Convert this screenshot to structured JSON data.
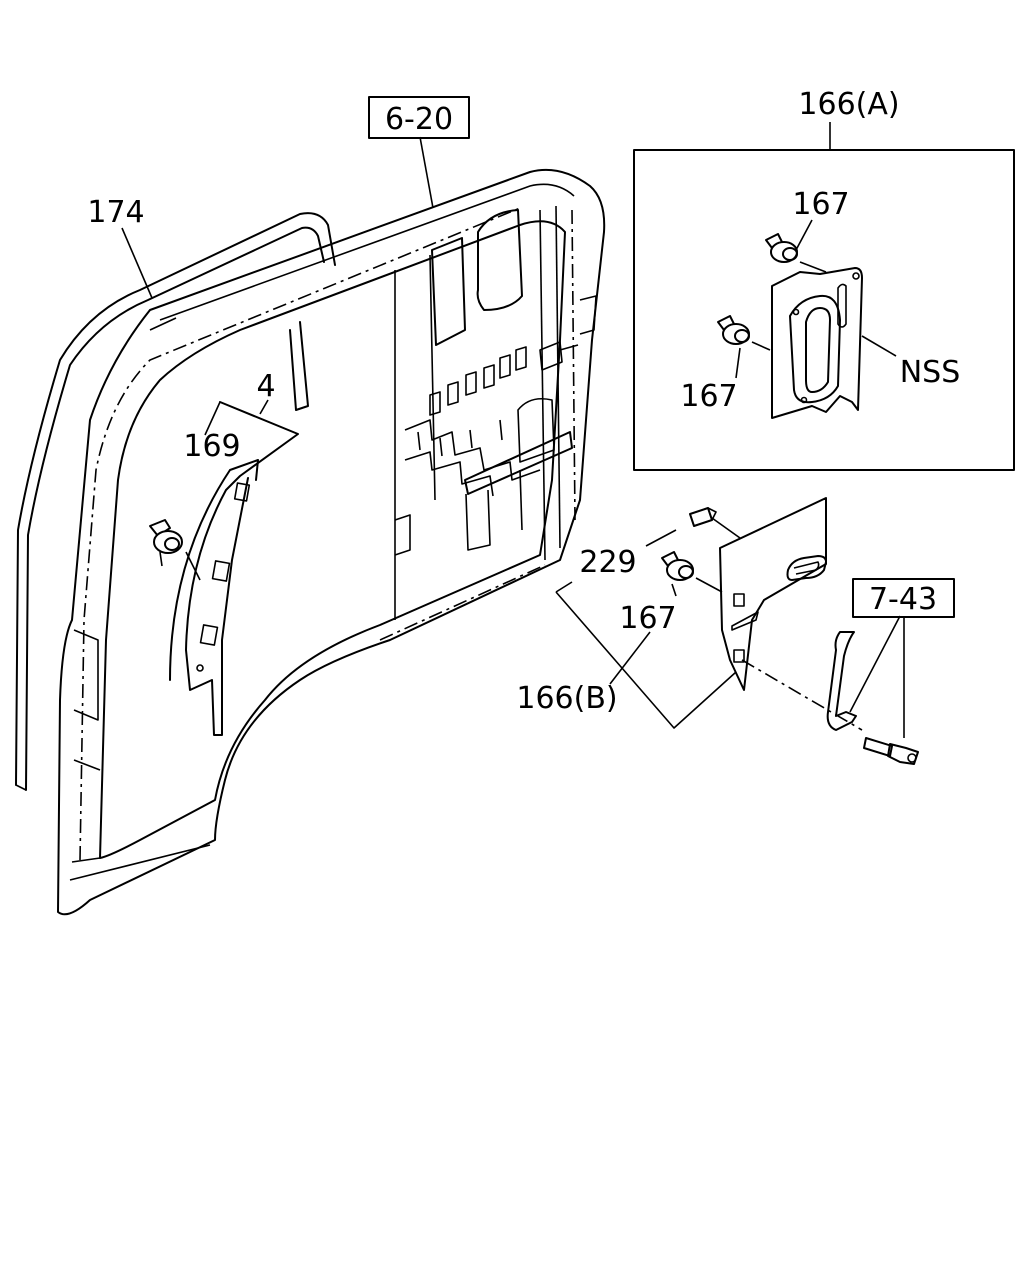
{
  "labels": {
    "ref_6_20": "6-20",
    "part_174": "174",
    "part_4": "4",
    "part_169": "169",
    "part_166a": "166(A)",
    "part_167_a_top": "167",
    "part_167_a_bottom": "167",
    "nss": "NSS",
    "part_229": "229",
    "part_167_b": "167",
    "part_166b": "166(B)",
    "ref_7_43": "7-43"
  }
}
